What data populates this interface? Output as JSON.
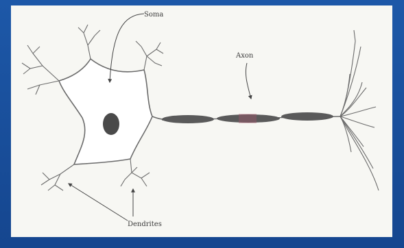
{
  "labels": {
    "soma": "Soma",
    "axon": "Axon",
    "dendrites": "Dendrites"
  },
  "colors": {
    "frame": "#1a4f9c",
    "panel": "#f7f7f3",
    "outline": "#6b6b6b",
    "axon": "#5a5a5a",
    "axon_highlight": "#b0566f",
    "nucleus": "#4a4a4a"
  }
}
